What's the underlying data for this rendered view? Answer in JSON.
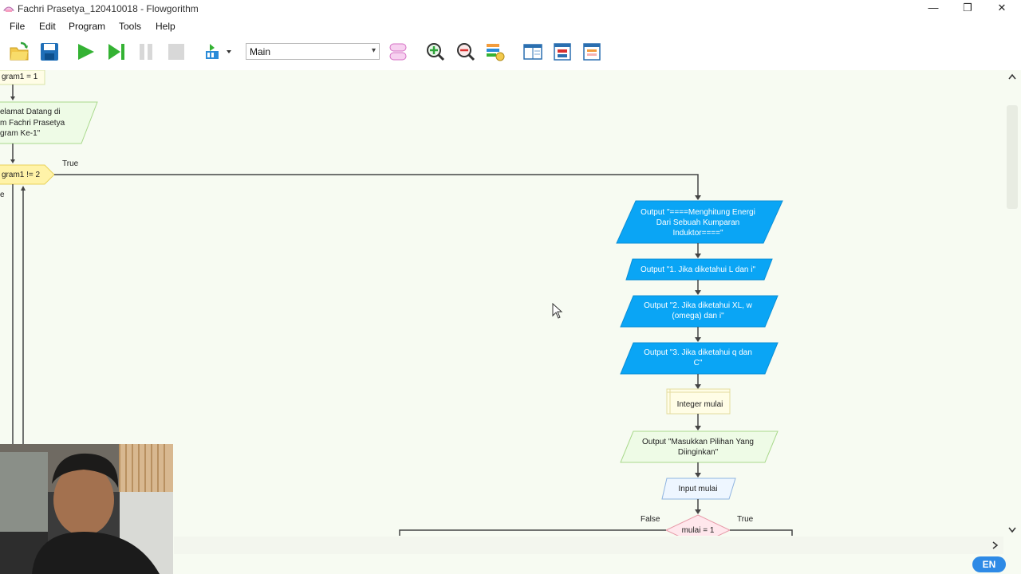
{
  "window": {
    "title": "Fachri Prasetya_120410018 - Flowgorithm",
    "minimize": "—",
    "restore": "❐",
    "close": "✕"
  },
  "menu": [
    "File",
    "Edit",
    "Program",
    "Tools",
    "Help"
  ],
  "toolbar": {
    "function_selected": "Main"
  },
  "flowchart": {
    "assign_partial": "gram1 = 1",
    "output_partial": [
      "elamat Datang di",
      "m Fachri Prasetya",
      "gram Ke-1\""
    ],
    "while_partial": "gram1 != 2",
    "while_true_label": "True",
    "while_false_partial": "e",
    "out1": [
      "Output \"====Menghitung Energi",
      "Dari Sebuah Kumparan",
      "Induktor====\""
    ],
    "out2": "Output \"1. Jika diketahui L dan i\"",
    "out3": [
      "Output \"2. Jika diketahui XL, w",
      "(omega) dan i\""
    ],
    "out4": [
      "Output \"3. Jika diketahui q dan",
      "C\""
    ],
    "declare": "Integer mulai",
    "out5": [
      "Output \"Masukkan Pilihan Yang",
      "Diinginkan\""
    ],
    "input": "Input mulai",
    "if_cond": "mulai = 1",
    "if_false": "False",
    "if_true": "True"
  },
  "statusbar": {
    "language": "EN"
  },
  "colors": {
    "output_fill": "#0aa5f5",
    "declare_fill": "#fffde6",
    "decision_fill": "#fff3a8",
    "if_fill": "#ffe7ec",
    "canvas": "#f7fbf2"
  }
}
